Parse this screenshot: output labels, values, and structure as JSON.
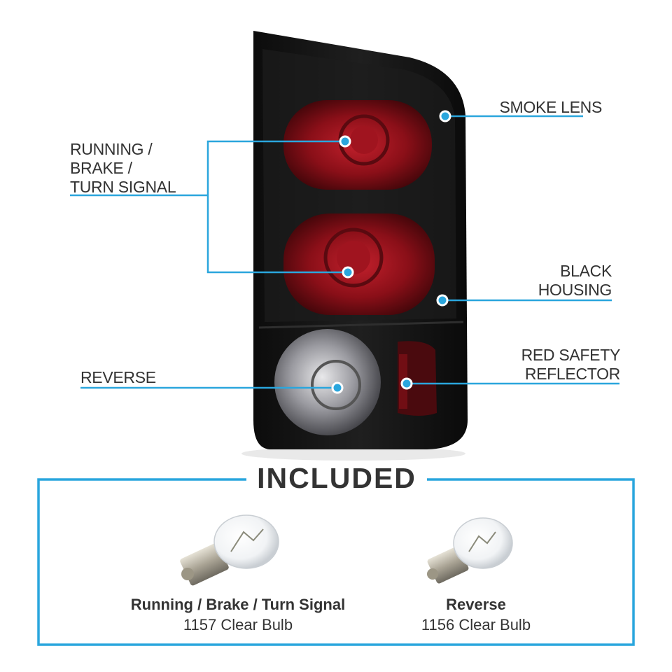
{
  "callouts": {
    "smoke_lens": "SMOKE LENS",
    "running_brake_turn": [
      "RUNNING /",
      "BRAKE /",
      "TURN SIGNAL"
    ],
    "black_housing": [
      "BLACK",
      "HOUSING"
    ],
    "reverse": "REVERSE",
    "red_safety_reflector": [
      "RED SAFETY",
      "REFLECTOR"
    ]
  },
  "included": {
    "title": "INCLUDED",
    "bulbs": [
      {
        "name": "Running / Brake / Turn Signal",
        "description": "1157 Clear Bulb"
      },
      {
        "name": "Reverse",
        "description": "1156 Clear Bulb"
      }
    ]
  },
  "colors": {
    "accent": "#2aa6dd",
    "text": "#333333",
    "lens_red": "#8a0f18",
    "housing": "#151515"
  }
}
